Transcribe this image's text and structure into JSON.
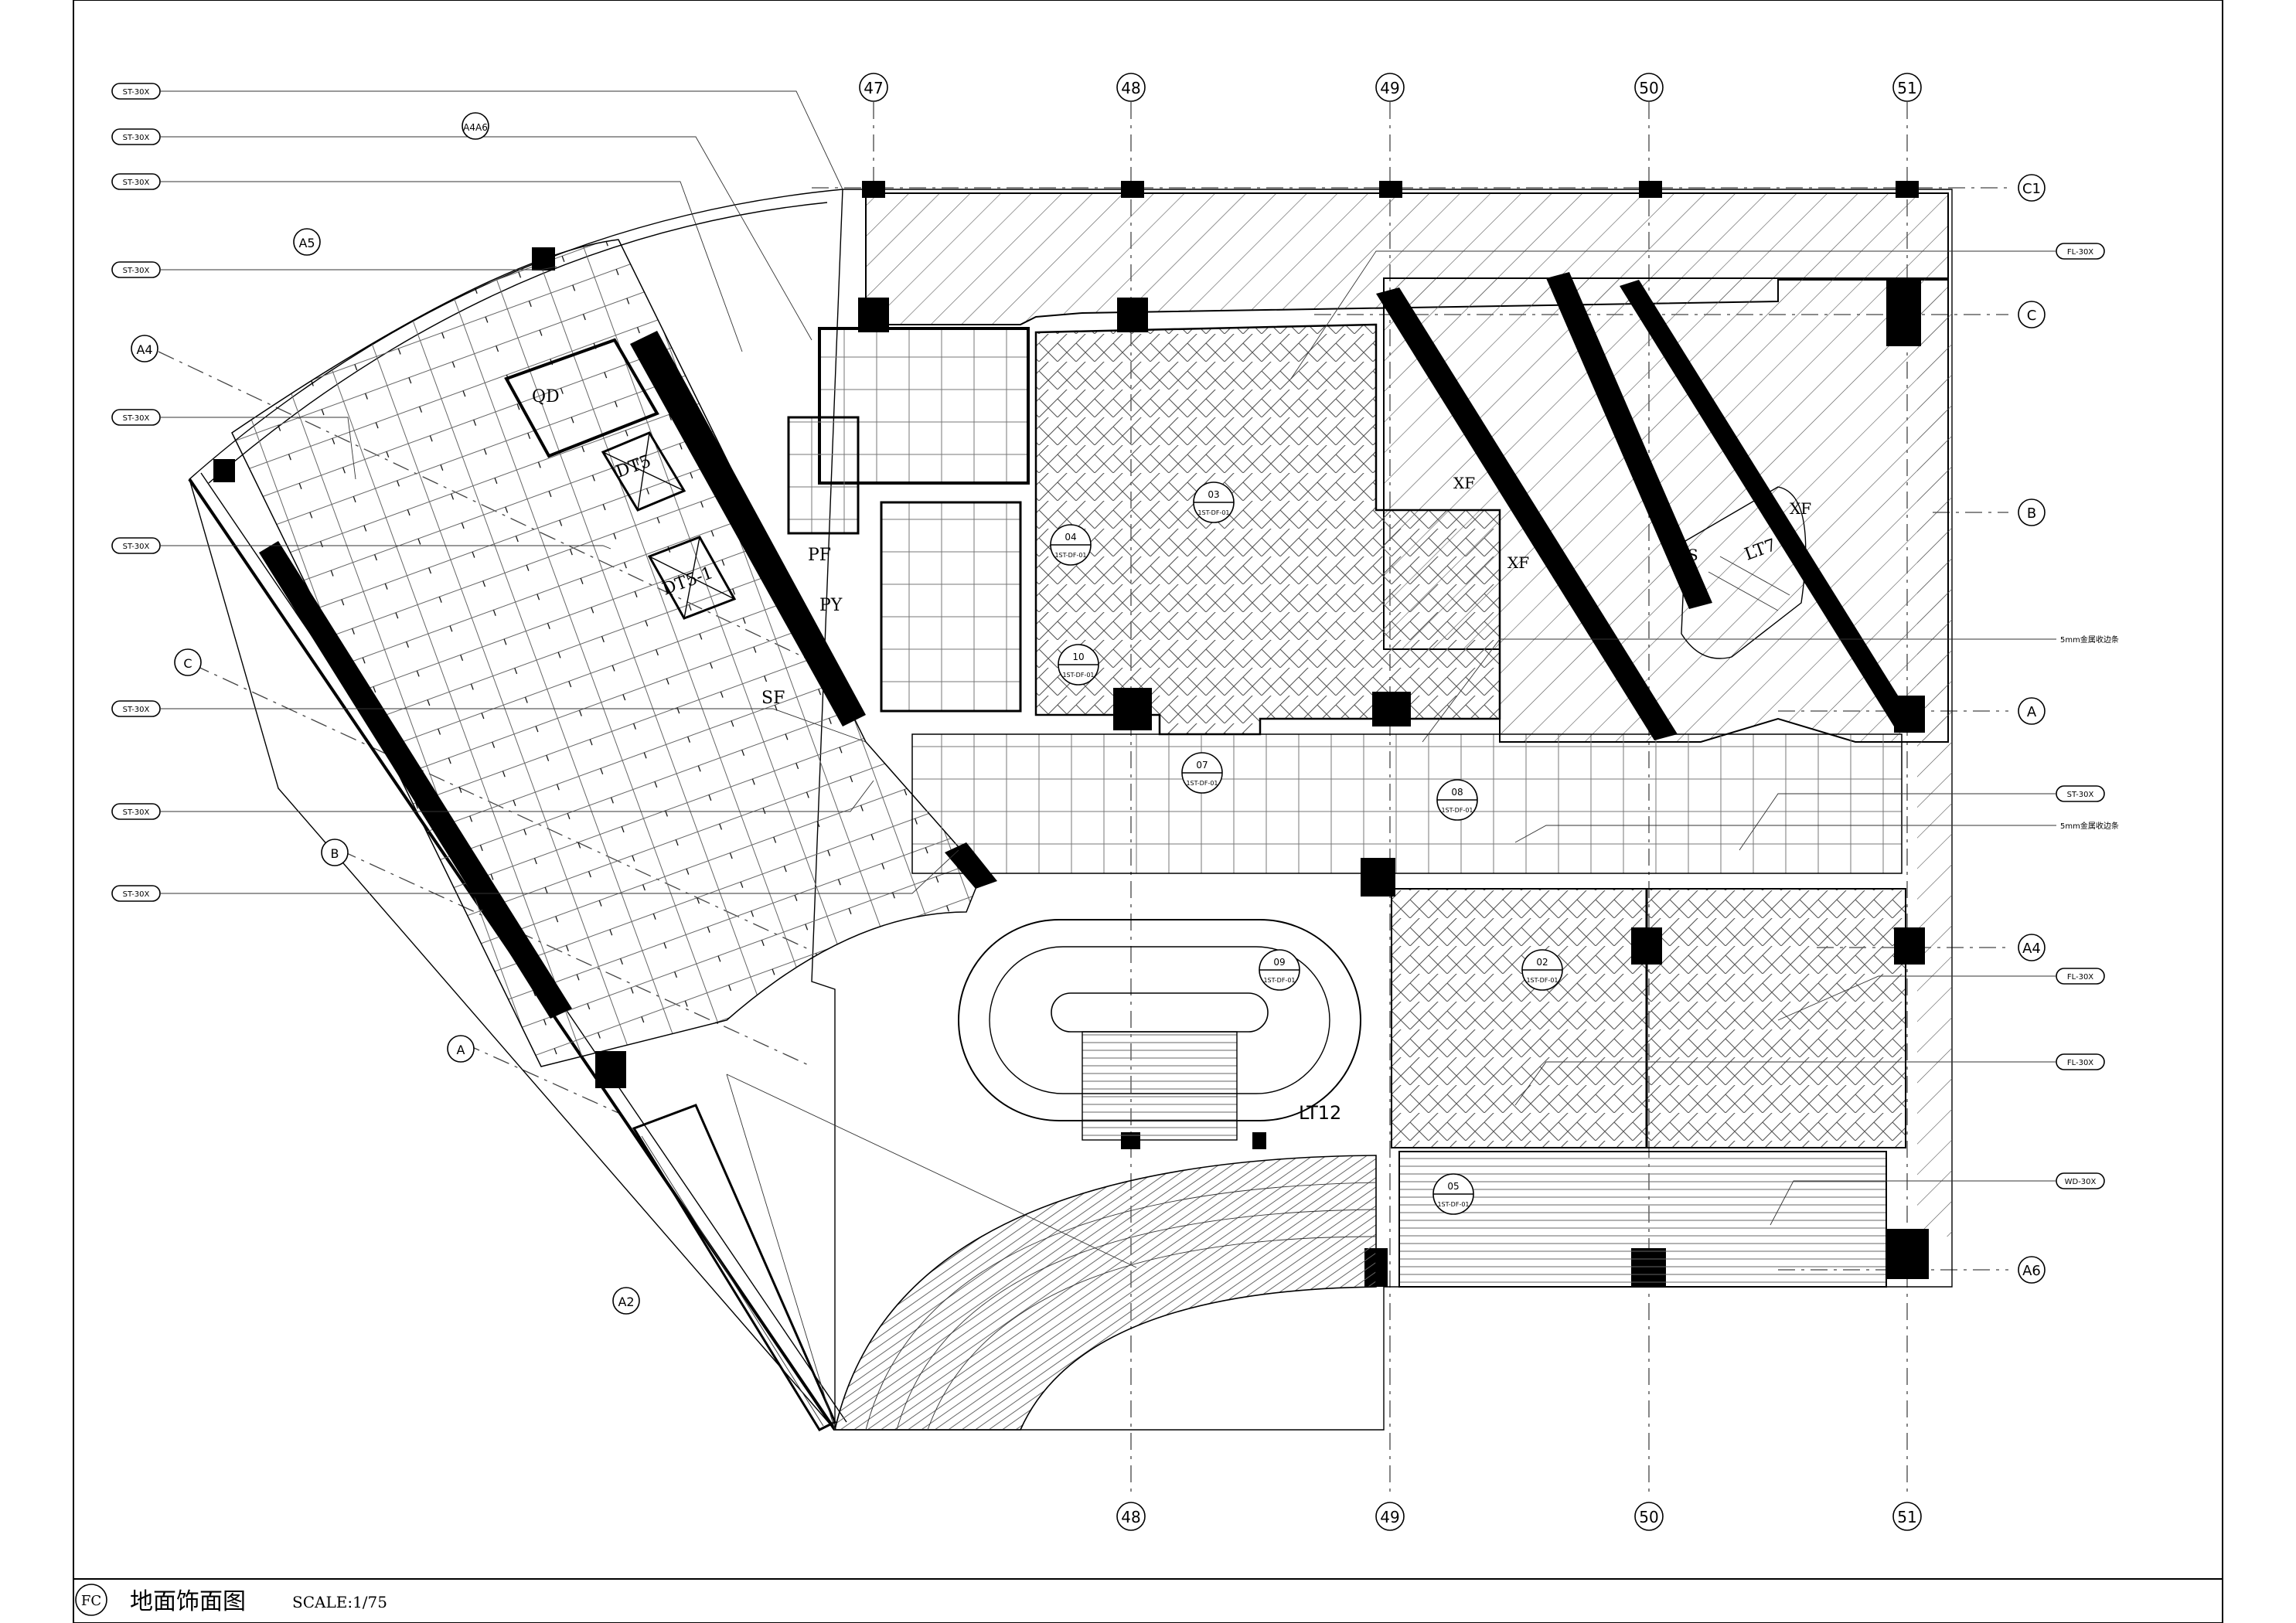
{
  "title_block": {
    "code": "FC",
    "title": "地面饰面图",
    "scale": "SCALE:1/75"
  },
  "grid_axes": {
    "top": [
      "47",
      "48",
      "49",
      "50",
      "51"
    ],
    "bottom": [
      "48",
      "49",
      "50",
      "51"
    ],
    "right": [
      "C1",
      "C",
      "B",
      "A",
      "A4",
      "A6"
    ],
    "left_diagonal": [
      "A4",
      "A5",
      "A4A6",
      "C",
      "B",
      "A",
      "A2"
    ]
  },
  "material_tags_left": [
    "ST-30X",
    "ST-30X",
    "ST-30X",
    "ST-30X",
    "ST-30X",
    "ST-30X",
    "ST-30X",
    "ST-30X",
    "ST-30X"
  ],
  "material_tags_right": [
    "FL-30X",
    "5mm金属收边条",
    "ST-30X",
    "5mm金属收边条",
    "FL-30X",
    "FL-30X",
    "WD-30X"
  ],
  "room_labels": [
    "QD",
    "DT5",
    "DT5-1",
    "PF",
    "PY",
    "SF",
    "XF",
    "XF",
    "XF",
    "JS",
    "LT7",
    "LT12"
  ],
  "section_marks": [
    "03",
    "04",
    "10",
    "07",
    "08",
    "09",
    "02",
    "05"
  ],
  "section_ref": "1ST-DF-01",
  "colors": {
    "line": "#000000",
    "paper": "#ffffff",
    "hatch": "#555555"
  }
}
